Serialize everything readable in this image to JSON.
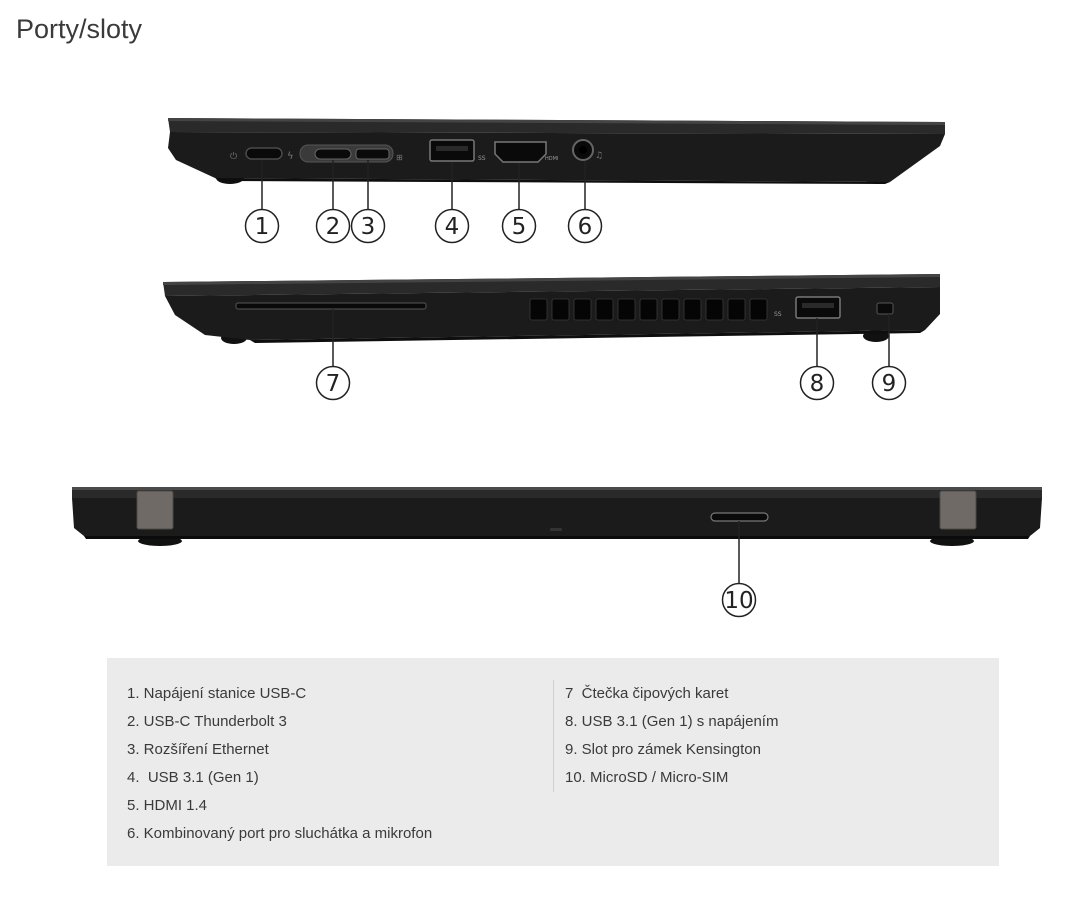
{
  "page": {
    "title": "Porty/sloty"
  },
  "diagram": {
    "callouts": [
      "1",
      "2",
      "3",
      "4",
      "5",
      "6",
      "7",
      "8",
      "9",
      "10"
    ],
    "port_labels": {
      "ss": "SS",
      "hdmi": "HDMI"
    }
  },
  "legend": {
    "left_items": [
      "1. Napájení stanice USB-C",
      "2. USB-C Thunderbolt 3",
      "3. Rozšíření Ethernet",
      "4.  USB 3.1 (Gen 1)",
      "5. HDMI 1.4",
      "6. Kombinovaný port pro sluchátka a mikrofon"
    ],
    "right_items": [
      "7  Čtečka čipových karet",
      "8. USB 3.1 (Gen 1) s napájením",
      "9. Slot pro zámek Kensington",
      "10. MicroSD / Micro-SIM"
    ]
  },
  "colors": {
    "laptop_body": "#1b1b1b",
    "laptop_edge": "#2e2e2e",
    "panel_bg": "#ebebeb",
    "hinge": "#6f6a66"
  }
}
